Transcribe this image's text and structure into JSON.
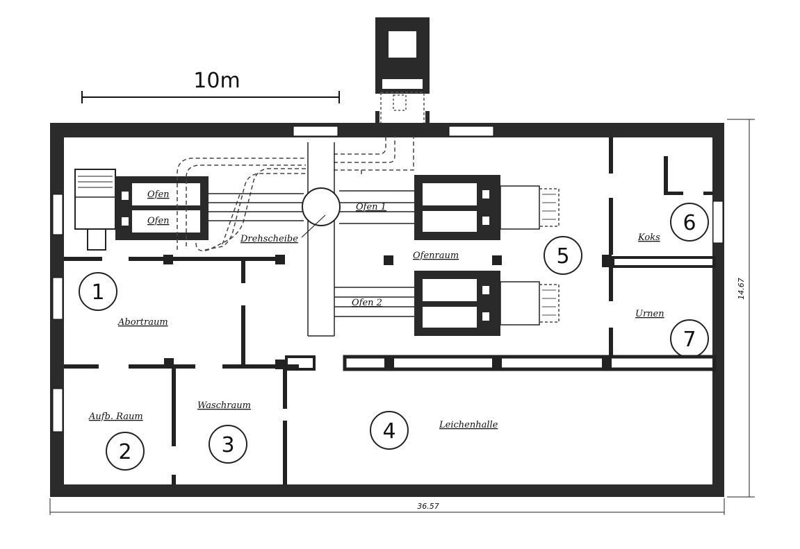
{
  "scale_bar": {
    "label": "10m"
  },
  "dimensions": {
    "width": "36.57",
    "height": "14.67"
  },
  "rooms": [
    {
      "number": "1",
      "label": "Abortraum"
    },
    {
      "number": "2",
      "label": "Aufb. Raum"
    },
    {
      "number": "3",
      "label": "Waschraum"
    },
    {
      "number": "4",
      "label": "Leichenhalle"
    },
    {
      "number": "5",
      "label": "Ofenraum"
    },
    {
      "number": "6",
      "label": "Koks"
    },
    {
      "number": "7",
      "label": "Urnen"
    }
  ],
  "labels": {
    "oven_1": "Ofen 1",
    "oven_2": "Ofen 2",
    "turntable": "Drehscheibe",
    "old_oven_top": "Ofen",
    "old_oven_bottom": "Ofen"
  }
}
